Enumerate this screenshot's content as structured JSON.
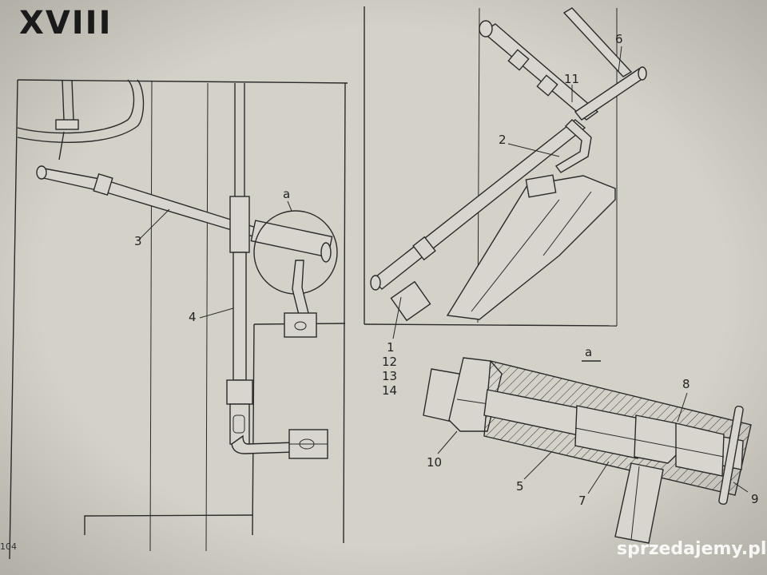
{
  "sheet_number": "XVIII",
  "page_number": "104",
  "detail_view_label": "a",
  "detail_circle_label": "a",
  "part_labels": {
    "p1": "1",
    "p2": "2",
    "p3": "3",
    "p4": "4",
    "p5": "5",
    "p6": "6",
    "p7": "7",
    "p8": "8",
    "p9": "9",
    "p10": "10",
    "p11": "11",
    "p12": "12",
    "p13": "13",
    "p14": "14"
  },
  "watermark": "sprzedajemy.pl"
}
